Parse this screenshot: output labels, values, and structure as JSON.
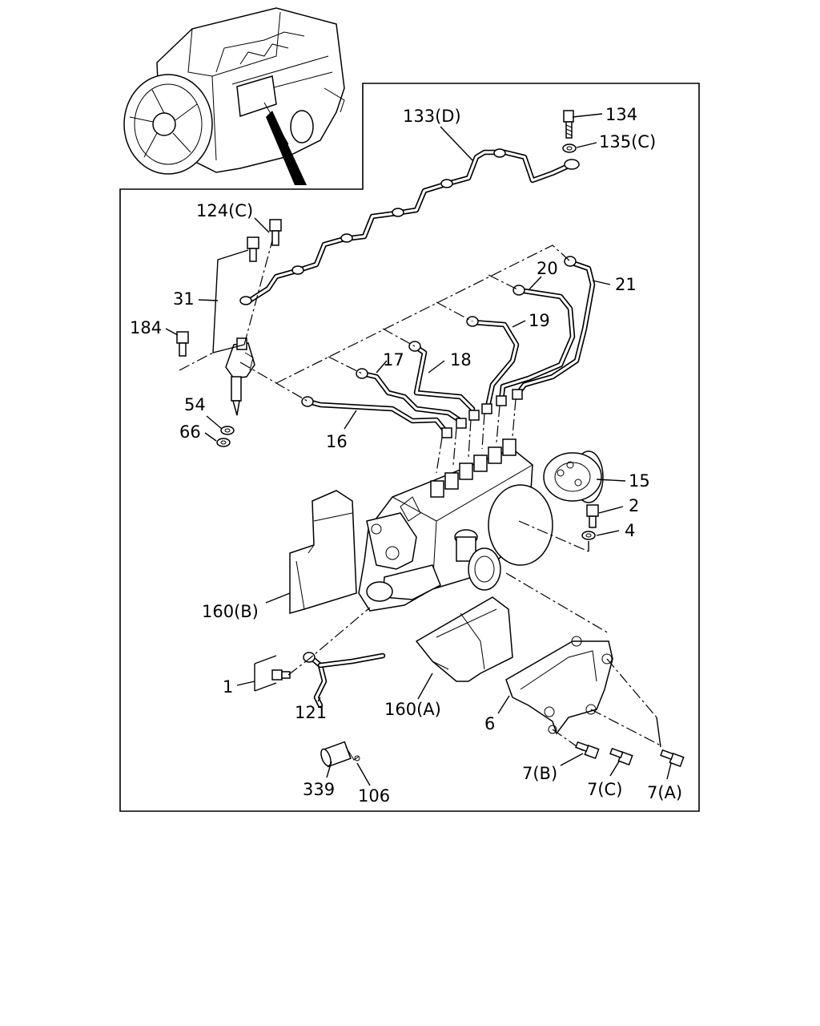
{
  "labels": {
    "p133d": "133(D)",
    "p134": "134",
    "p135c": "135(C)",
    "p124c": "124(C)",
    "p31": "31",
    "p184": "184",
    "p20": "20",
    "p21": "21",
    "p19": "19",
    "p17": "17",
    "p18": "18",
    "p16": "16",
    "p54": "54",
    "p66": "66",
    "p15": "15",
    "p2": "2",
    "p4": "4",
    "p160b": "160(B)",
    "p1": "1",
    "p121": "121",
    "p160a": "160(A)",
    "p6": "6",
    "p7b": "7(B)",
    "p7c": "7(C)",
    "p7a": "7(A)",
    "p339": "339",
    "p106": "106"
  }
}
